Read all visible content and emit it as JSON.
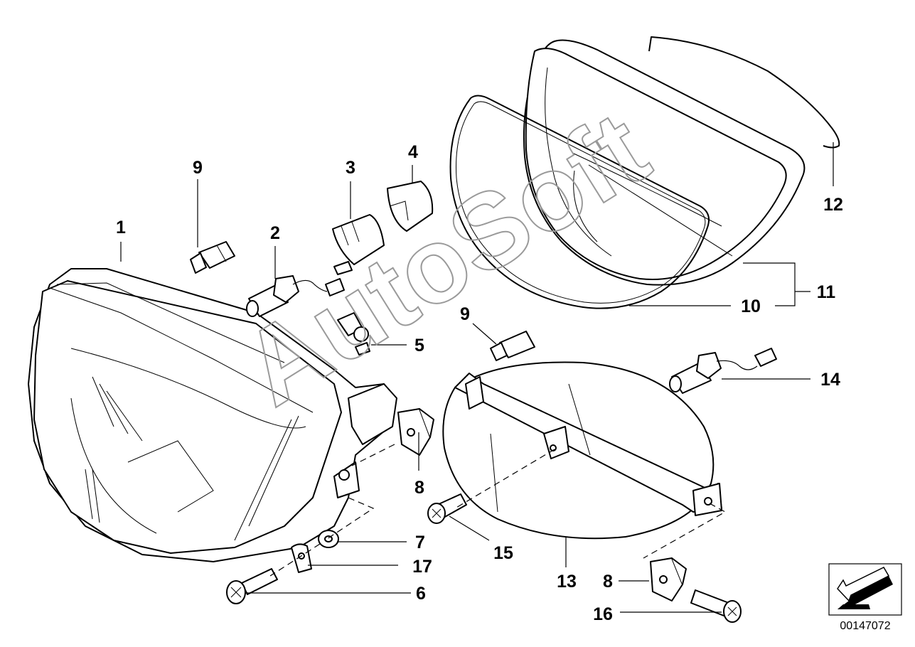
{
  "diagram": {
    "watermark": "AutoSoft",
    "reference_number": "00147072",
    "navigation_icon": "arrow-down-left-icon",
    "callouts": [
      {
        "id": "c1",
        "label": "1"
      },
      {
        "id": "c2",
        "label": "2"
      },
      {
        "id": "c3",
        "label": "3"
      },
      {
        "id": "c4",
        "label": "4"
      },
      {
        "id": "c5",
        "label": "5"
      },
      {
        "id": "c6",
        "label": "6"
      },
      {
        "id": "c7",
        "label": "7"
      },
      {
        "id": "c8a",
        "label": "8"
      },
      {
        "id": "c8b",
        "label": "8"
      },
      {
        "id": "c9a",
        "label": "9"
      },
      {
        "id": "c9b",
        "label": "9"
      },
      {
        "id": "c10",
        "label": "10"
      },
      {
        "id": "c11",
        "label": "11"
      },
      {
        "id": "c12",
        "label": "12"
      },
      {
        "id": "c13",
        "label": "13"
      },
      {
        "id": "c14",
        "label": "14"
      },
      {
        "id": "c15",
        "label": "15"
      },
      {
        "id": "c16",
        "label": "16"
      },
      {
        "id": "c17",
        "label": "17"
      }
    ]
  }
}
